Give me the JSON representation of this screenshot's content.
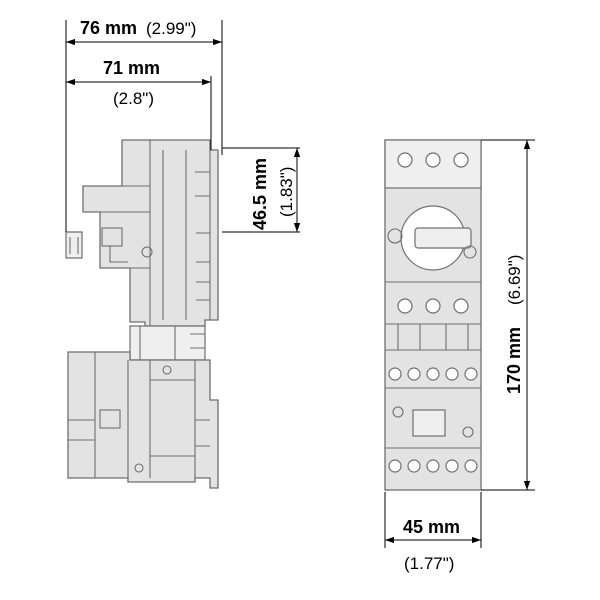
{
  "dimensions": {
    "depth_total": {
      "label": "76 mm",
      "alt": "(2.99\")"
    },
    "depth_inner": {
      "label": "71 mm",
      "alt": "(2.8\")"
    },
    "depth_front": {
      "label": "46.5 mm",
      "alt": "(1.83\")"
    },
    "height": {
      "label": "170 mm",
      "alt": "(6.69\")"
    },
    "width": {
      "label": "45 mm",
      "alt": "(1.77\")"
    }
  },
  "colors": {
    "line": "#000000",
    "body_fill": "#e3e3e3",
    "body_stroke": "#6f6f6f"
  }
}
